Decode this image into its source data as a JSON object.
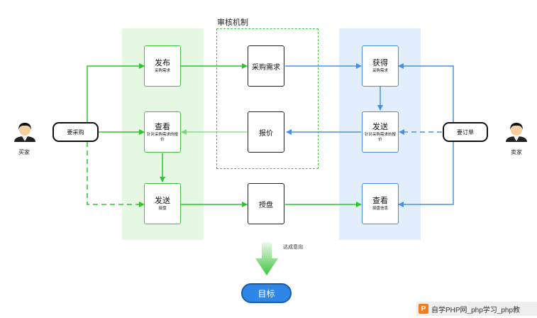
{
  "review_zone_label": "审核机制",
  "actors": {
    "buyer": "买家",
    "seller": "卖家"
  },
  "pills": {
    "want_purchase": "要采购",
    "want_order": "要订单"
  },
  "buyer_boxes": [
    {
      "title": "发布",
      "subtitle": "采购需求"
    },
    {
      "title": "查看",
      "subtitle": "针对采购需求的报价"
    },
    {
      "title": "发送",
      "subtitle": "授盘"
    }
  ],
  "review_boxes": [
    {
      "title": "采购需求"
    },
    {
      "title": "报价"
    },
    {
      "title": "授盘"
    }
  ],
  "seller_boxes": [
    {
      "title": "获得",
      "subtitle": "采购需求"
    },
    {
      "title": "发送",
      "subtitle": "针对采购需求的报价"
    },
    {
      "title": "查看",
      "subtitle": "授盘信息"
    }
  ],
  "intent_label": "达成意向",
  "goal_label": "目标",
  "watermark": {
    "logo": "P",
    "text": "自学PHP网_php学习_php教"
  },
  "colors": {
    "green": "#2ec42e",
    "light_green": "#7fd67f",
    "blue": "#4a90e2"
  }
}
